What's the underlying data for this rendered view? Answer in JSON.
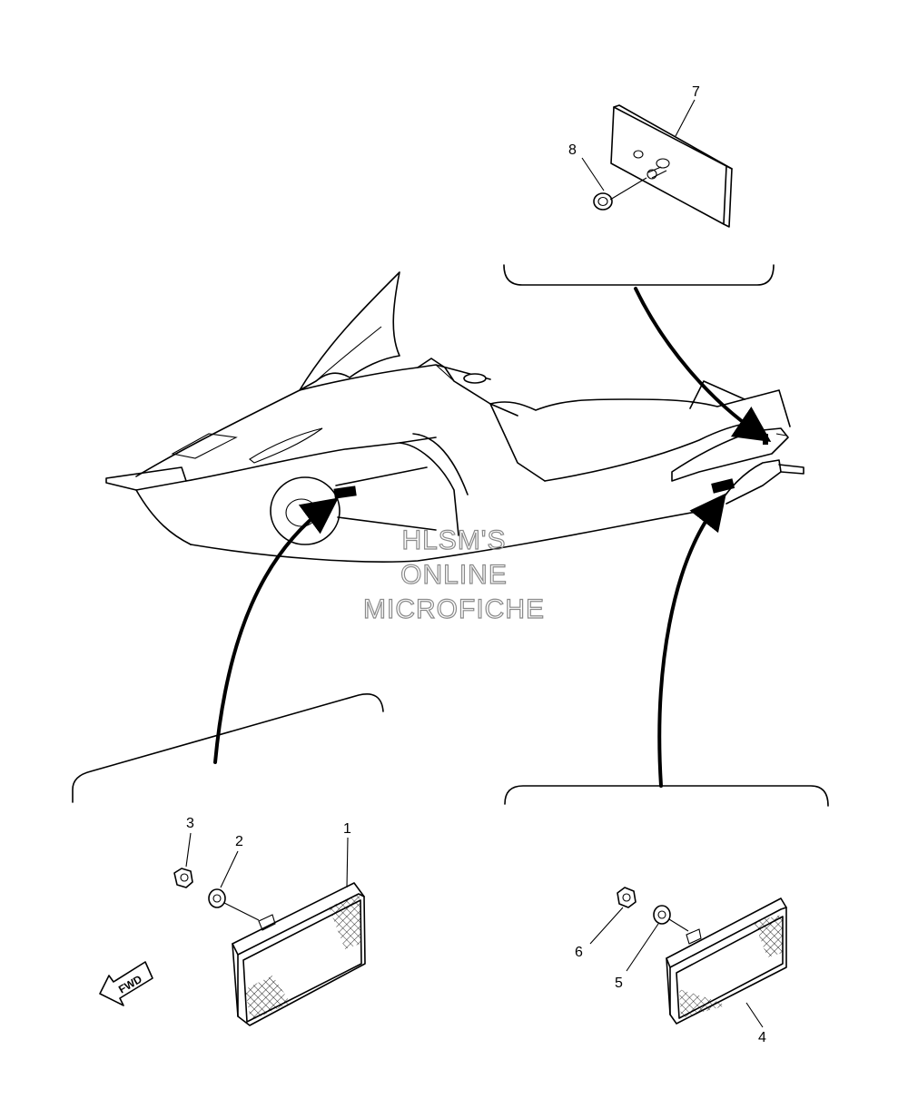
{
  "watermark": {
    "line1": "HLSM'S",
    "line2": "ONLINE",
    "line3": "MICROFICHE"
  },
  "direction_label": "FWD",
  "callouts": {
    "c1": "1",
    "c2": "2",
    "c3": "3",
    "c4": "4",
    "c5": "5",
    "c6": "6",
    "c7": "7",
    "c8": "8"
  }
}
